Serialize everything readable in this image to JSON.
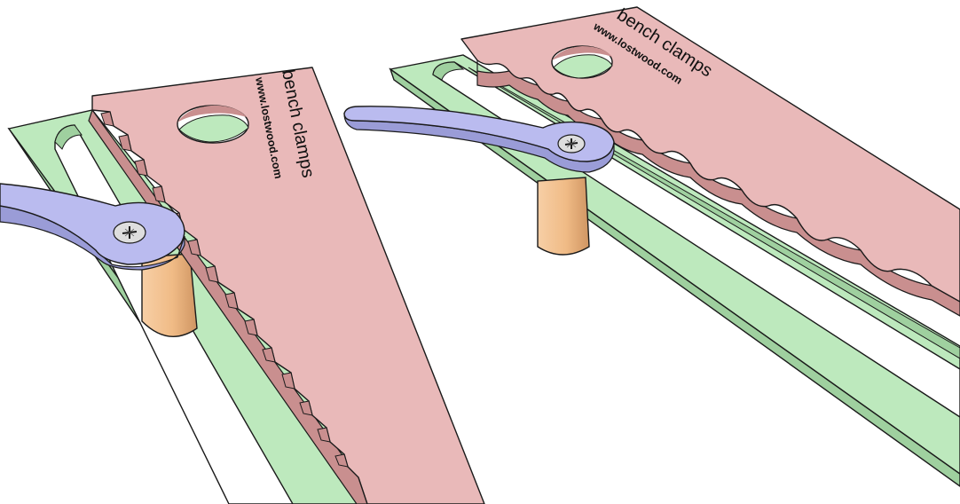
{
  "clamps": [
    {
      "id": "left",
      "style": "stepped",
      "title": "bench clamps",
      "url": "www.lostwood.com",
      "screw_icon": "phillips-screw-icon"
    },
    {
      "id": "right",
      "style": "scalloped",
      "title": "bench clamps",
      "url": "www.lostwood.com",
      "screw_icon": "phillips-screw-icon"
    }
  ],
  "colors": {
    "background": "#ffffff",
    "base_top": "#bde9bd",
    "base_side": "#9fd09f",
    "jaw_top": "#e9b9b9",
    "jaw_side": "#c98f8f",
    "lever_top": "#babbef",
    "lever_side": "#9a9cd7",
    "peg_light": "#f6caa0",
    "peg_dark": "#d39e6c",
    "outline": "#1a1a1a"
  }
}
